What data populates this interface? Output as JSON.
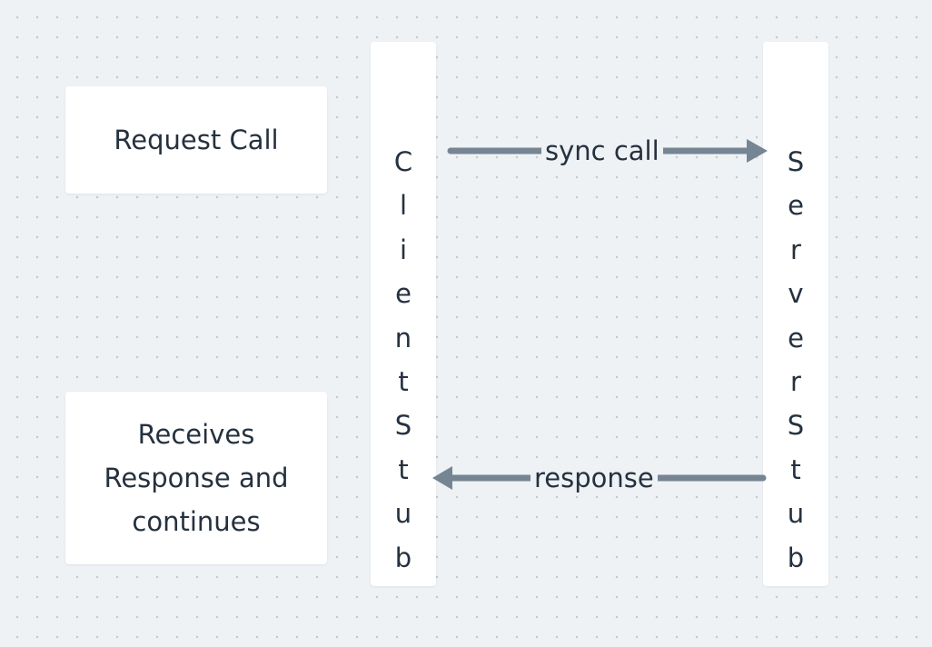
{
  "notes": {
    "request": "Request Call",
    "response": "Receives\nResponse and\ncontinues"
  },
  "lanes": {
    "client": "ClientStub",
    "server": "ServerStub"
  },
  "edges": {
    "sync_call": "sync call",
    "response": "response"
  },
  "colors": {
    "background": "#eef2f5",
    "node": "#ffffff",
    "text": "#25313f",
    "arrow": "#768593"
  }
}
